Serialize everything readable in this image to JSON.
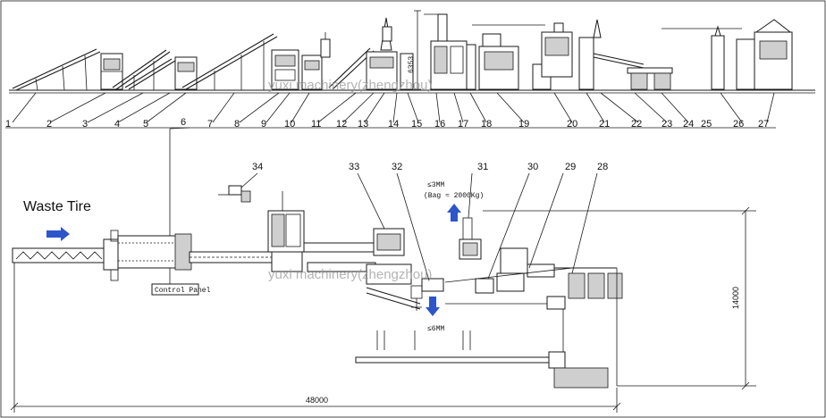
{
  "numbers_top": [
    "1",
    "2",
    "3",
    "4",
    "5",
    "6",
    "7",
    "8",
    "9",
    "10",
    "11",
    "12",
    "13",
    "14",
    "15",
    "16",
    "17",
    "18",
    "19",
    "20",
    "21",
    "22",
    "23",
    "24",
    "25",
    "26",
    "27"
  ],
  "numbers_plan": [
    "28",
    "29",
    "30",
    "31",
    "32",
    "33",
    "34"
  ],
  "waste_label": "Waste Tire",
  "control_panel": "Control Panel",
  "size_3mm": "≤3MM",
  "bag_label": "(Bag ≈ 2000Kg)",
  "size_6mm": "≤6MM",
  "dim_height": "6353",
  "dim_width": "48000",
  "dim_depth": "14000",
  "watermark": "yuxi machinery(zhengzhou)",
  "colors": {
    "arrow": "#2e56c9",
    "line": "#1a1a1a",
    "watermark": "#9a9a9a"
  }
}
